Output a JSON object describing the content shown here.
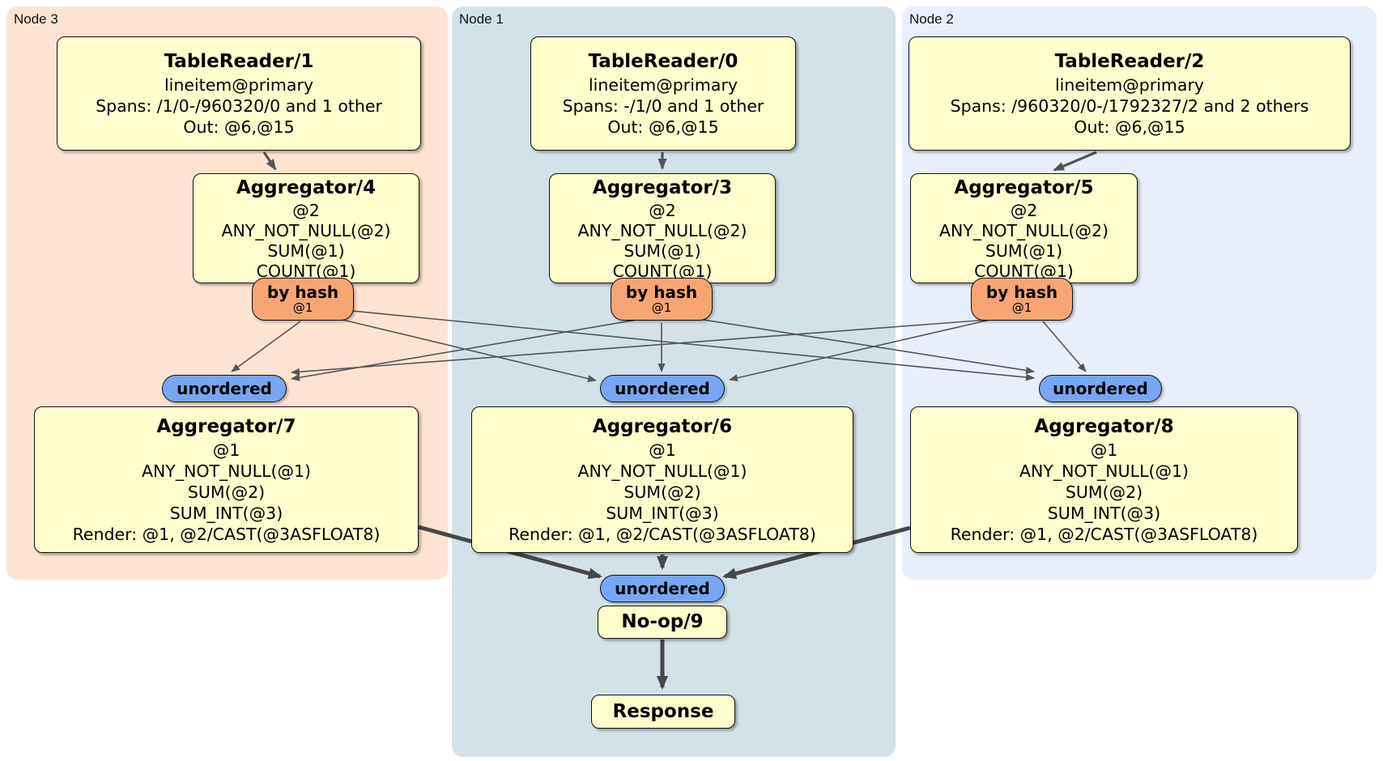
{
  "regions": [
    {
      "label": "Node 3"
    },
    {
      "label": "Node 1"
    },
    {
      "label": "Node 2"
    }
  ],
  "processors": {
    "tablereader1": {
      "title": "TableReader/1",
      "lines": [
        "lineitem@primary",
        "Spans: /1/0-/960320/0 and 1 other",
        "Out: @6,@15"
      ]
    },
    "tablereader0": {
      "title": "TableReader/0",
      "lines": [
        "lineitem@primary",
        "Spans: -/1/0 and 1 other",
        "Out: @6,@15"
      ]
    },
    "tablereader2": {
      "title": "TableReader/2",
      "lines": [
        "lineitem@primary",
        "Spans: /960320/0-/1792327/2 and 2 others",
        "Out: @6,@15"
      ]
    },
    "aggregator4": {
      "title": "Aggregator/4",
      "lines": [
        "@2",
        "ANY_NOT_NULL(@2)",
        "SUM(@1)",
        "COUNT(@1)"
      ]
    },
    "aggregator3": {
      "title": "Aggregator/3",
      "lines": [
        "@2",
        "ANY_NOT_NULL(@2)",
        "SUM(@1)",
        "COUNT(@1)"
      ]
    },
    "aggregator5": {
      "title": "Aggregator/5",
      "lines": [
        "@2",
        "ANY_NOT_NULL(@2)",
        "SUM(@1)",
        "COUNT(@1)"
      ]
    },
    "aggregator7": {
      "title": "Aggregator/7",
      "lines": [
        "@1",
        "ANY_NOT_NULL(@1)",
        "SUM(@2)",
        "SUM_INT(@3)",
        "Render: @1, @2/CAST(@3ASFLOAT8)"
      ]
    },
    "aggregator6": {
      "title": "Aggregator/6",
      "lines": [
        "@1",
        "ANY_NOT_NULL(@1)",
        "SUM(@2)",
        "SUM_INT(@3)",
        "Render: @1, @2/CAST(@3ASFLOAT8)"
      ]
    },
    "aggregator8": {
      "title": "Aggregator/8",
      "lines": [
        "@1",
        "ANY_NOT_NULL(@1)",
        "SUM(@2)",
        "SUM_INT(@3)",
        "Render: @1, @2/CAST(@3ASFLOAT8)"
      ]
    },
    "noop9": {
      "title": "No-op/9"
    },
    "response": {
      "title": "Response"
    }
  },
  "routers": {
    "node3": {
      "label": "by hash",
      "detail": "@1"
    },
    "node1": {
      "label": "by hash",
      "detail": "@1"
    },
    "node2": {
      "label": "by hash",
      "detail": "@1"
    }
  },
  "syncs": {
    "node3": {
      "label": "unordered"
    },
    "node1": {
      "label": "unordered"
    },
    "node2": {
      "label": "unordered"
    },
    "final": {
      "label": "unordered"
    }
  },
  "colors": {
    "node3_bg": "#fce3d2",
    "node1_bg": "#d3e1e9",
    "node2_bg": "#e9effa",
    "processor_fill": "#ffffcd",
    "router_fill": "#f7a572",
    "sync_fill": "#77a7f3",
    "edge": "#555555"
  }
}
